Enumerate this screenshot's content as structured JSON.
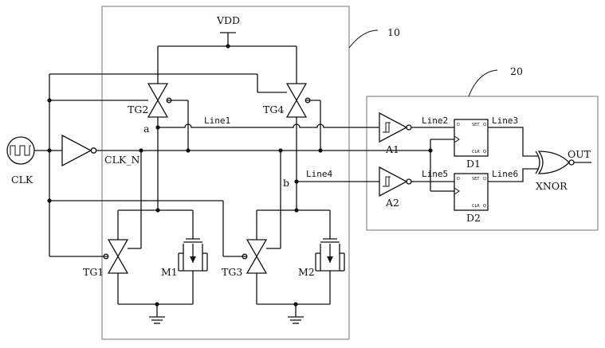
{
  "labels": {
    "vdd": "VDD",
    "box10": "10",
    "box20": "20",
    "clk": "CLK",
    "clk_n": "CLK_N",
    "tg1": "TG1",
    "tg2": "TG2",
    "tg3": "TG3",
    "tg4": "TG4",
    "m1": "M1",
    "m2": "M2",
    "node_a": "a",
    "node_b": "b",
    "line1": "Line1",
    "line2": "Line2",
    "line3": "Line3",
    "line4": "Line4",
    "line5": "Line5",
    "line6": "Line6",
    "a1": "A1",
    "a2": "A2",
    "d1": "D1",
    "d2": "D2",
    "xnor": "XNOR",
    "out": "OUT",
    "ff_d": "D",
    "ff_q": "Q",
    "ff_qn": "Q",
    "ff_set": "SET",
    "ff_clr": "CLR"
  }
}
